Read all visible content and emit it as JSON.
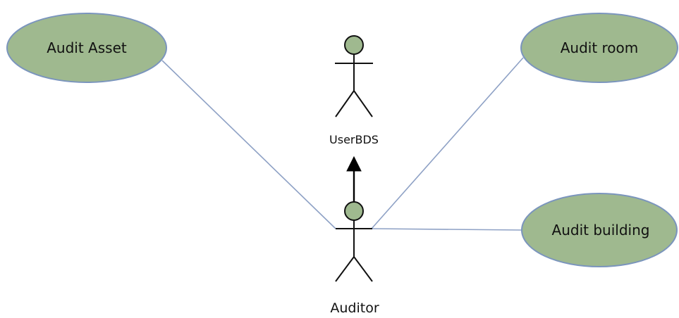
{
  "colors": {
    "usecase_fill": "#9fb98f",
    "usecase_stroke": "#7b95bd",
    "association_line": "#8ea1c5",
    "actor_head_fill": "#9fb98f",
    "actor_stroke": "#111111",
    "generalization_arrow": "#000000"
  },
  "actors": {
    "user": {
      "label": "UserBDS"
    },
    "auditor": {
      "label": "Auditor"
    }
  },
  "use_cases": {
    "audit_asset": {
      "label": "Audit Asset"
    },
    "audit_room": {
      "label": "Audit room"
    },
    "audit_building": {
      "label": "Audit building"
    }
  },
  "relationships": [
    {
      "type": "association",
      "from": "Auditor",
      "to": "Audit Asset"
    },
    {
      "type": "association",
      "from": "Auditor",
      "to": "Audit room"
    },
    {
      "type": "association",
      "from": "Auditor",
      "to": "Audit building"
    },
    {
      "type": "generalization",
      "from": "Auditor",
      "to": "UserBDS"
    }
  ]
}
